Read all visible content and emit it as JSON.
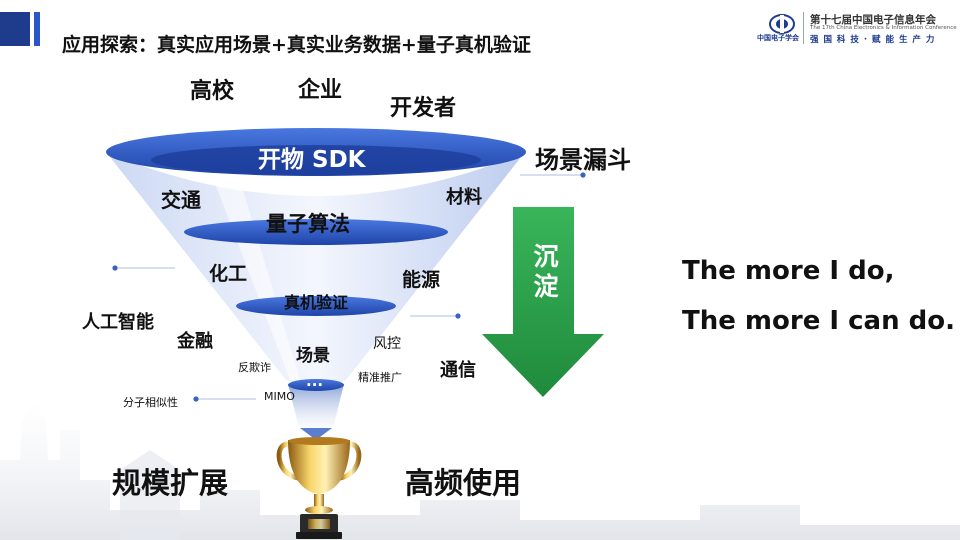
{
  "header": {
    "title": "应用探索：真实应用场景+真实业务数据+量子真机验证",
    "logo_small": "中国电子学会",
    "conference_title": "第十七届中国电子信息年会",
    "conference_sub": "The 17th China Electronics & Information Conference",
    "slogan": "强 国 科 技 · 赋 能 生 产 力"
  },
  "top_labels": {
    "university": "高校",
    "enterprise": "企业",
    "developer": "开发者"
  },
  "funnel": {
    "layer1": "开物 SDK",
    "layer2": "量子算法",
    "layer3": "真机验证",
    "layer4": "场景",
    "layer5": "...",
    "scenario_funnel": "场景漏斗"
  },
  "domains": {
    "transport": "交通",
    "materials": "材料",
    "chemical": "化工",
    "energy": "能源",
    "ai": "人工智能",
    "finance": "金融",
    "risk_control": "风控",
    "anti_fraud": "反欺诈",
    "precision_promo": "精准推广",
    "telecom": "通信",
    "molecular_similarity": "分子相似性",
    "mimo": "MIMO"
  },
  "arrow_label": "沉淀",
  "quote": {
    "line1": "The more I do,",
    "line2": "The more I can do."
  },
  "bottom": {
    "scale_up": "规模扩展",
    "frequent_use": "高频使用"
  },
  "colors": {
    "accent": "#1f3b8c",
    "funnel_blue": "#2f5fd0",
    "arrow_green": "#2fa84f"
  }
}
